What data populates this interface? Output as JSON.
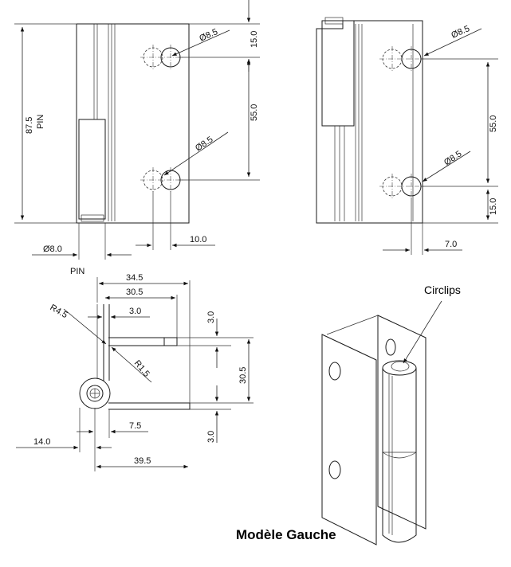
{
  "front_view": {
    "pin_label": "PIN",
    "height": "87.5",
    "dia_top": "Ø8.5",
    "dia_bottom": "Ø8.5",
    "dim_top": "15.0",
    "dim_mid": "55.0",
    "dia_pin": "Ø8.0",
    "dim_bottom": "10.0"
  },
  "side_view": {
    "dia_top": "Ø8.5",
    "dia_bottom": "Ø8.5",
    "dim_mid": "55.0",
    "dim_bottom": "15.0",
    "dim_width": "7.0"
  },
  "top_view": {
    "pin_label": "PIN",
    "d_34_5": "34.5",
    "d_30_5": "30.5",
    "d_3_0_a": "3.0",
    "d_3_0_b": "3.0",
    "radius_outer": "R4.5",
    "radius_inner": "R1.5",
    "d_30_5_v": "30.5",
    "d_3_0_c": "3.0",
    "d_7_5": "7.5",
    "d_14_0": "14.0",
    "d_39_5": "39.5"
  },
  "iso_view": {
    "callout": "Circlips"
  },
  "caption": "Modèle Gauche"
}
